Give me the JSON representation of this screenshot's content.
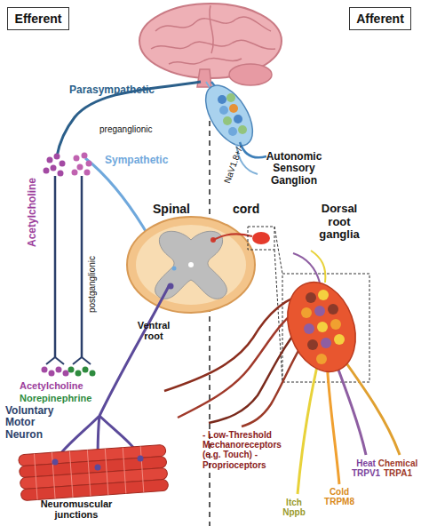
{
  "diagram": {
    "nodes": [
      {
        "text": [
          "Efferent"
        ]
      },
      {
        "text": [
          "Afferent"
        ]
      }
    ],
    "labels": [
      "Parasympathetic",
      "preganglionic",
      "Sympathetic",
      "Acetylcholine",
      "postganglionic",
      "Acetylcholine",
      "Norepinephrine",
      "Voluntary Motor Neuron",
      "Neuromuscular junctions",
      "Spinal cord",
      "Ventral root",
      "Dorsal root ganglia",
      "NaV1.8+/-",
      "Autonomic Sensory Ganglion",
      "- Low-Threshold Mechanoreceptors (e.g. Touch) -Proprioceptors",
      "Itch Nppb",
      "Cold TRPM8",
      "Heat TRPV1",
      "Chemical TRPA1"
    ]
  }
}
